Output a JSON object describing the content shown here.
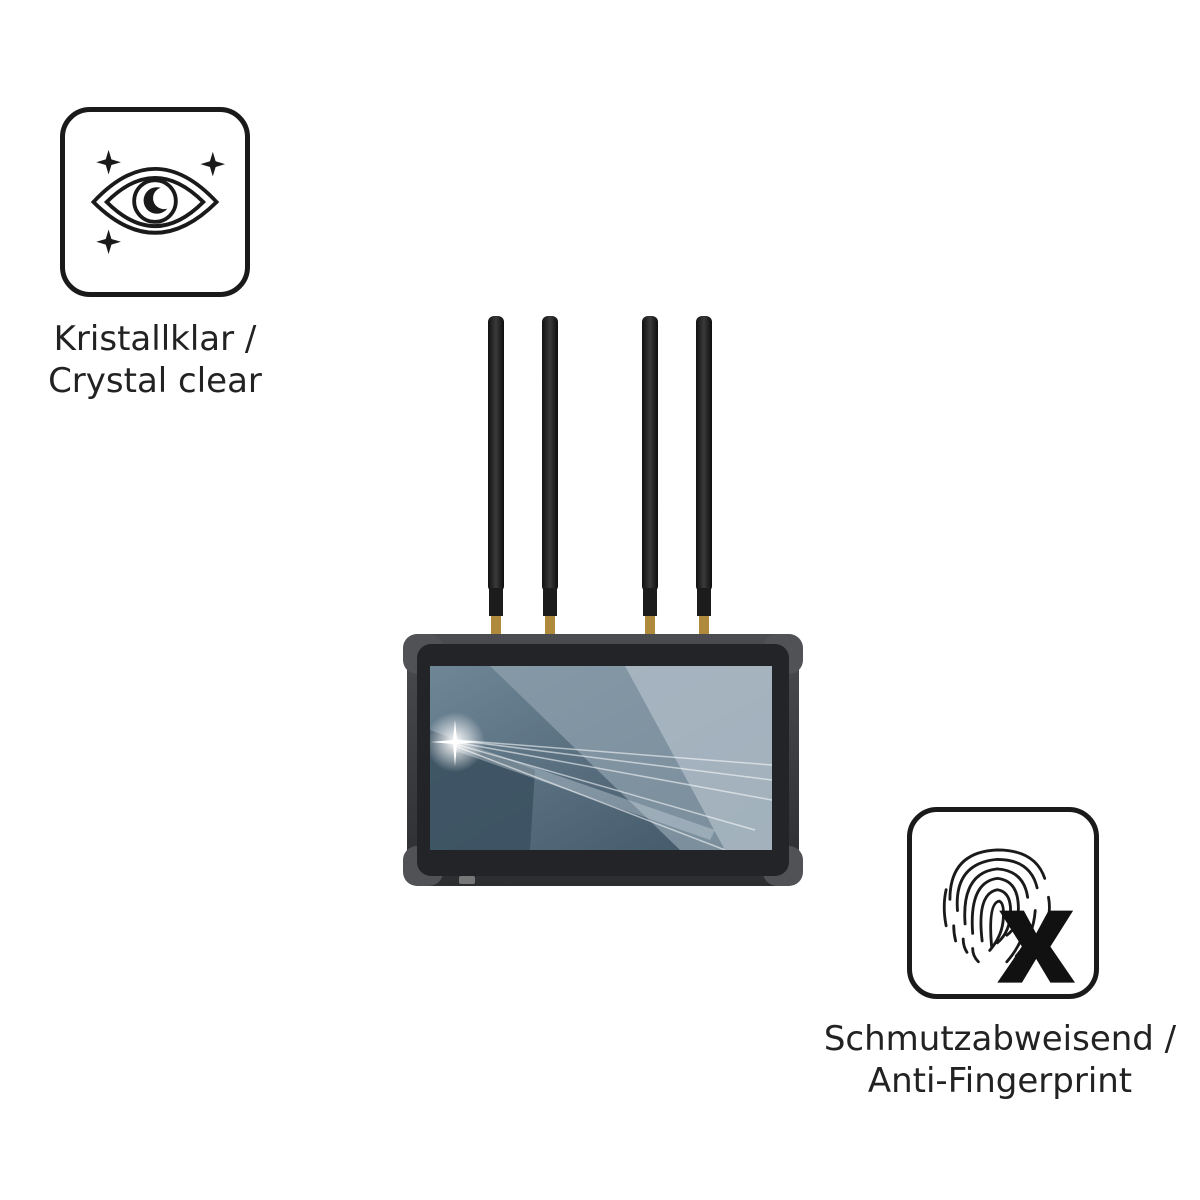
{
  "features": {
    "crystal_clear": {
      "icon": "eye-sparkle-icon",
      "line1": "Kristallklar /",
      "line2": "Crystal clear"
    },
    "anti_fingerprint": {
      "icon": "fingerprint-x-icon",
      "line1": "Schmutzabweisend /",
      "line2": "Anti-Fingerprint"
    }
  },
  "product": {
    "icon": "wireless-monitor-with-antennas",
    "antenna_count": 4
  },
  "colors": {
    "icon_stroke": "#1a1a1a",
    "device_body": "#3a3c3f",
    "screen_base": "#5d7485"
  }
}
